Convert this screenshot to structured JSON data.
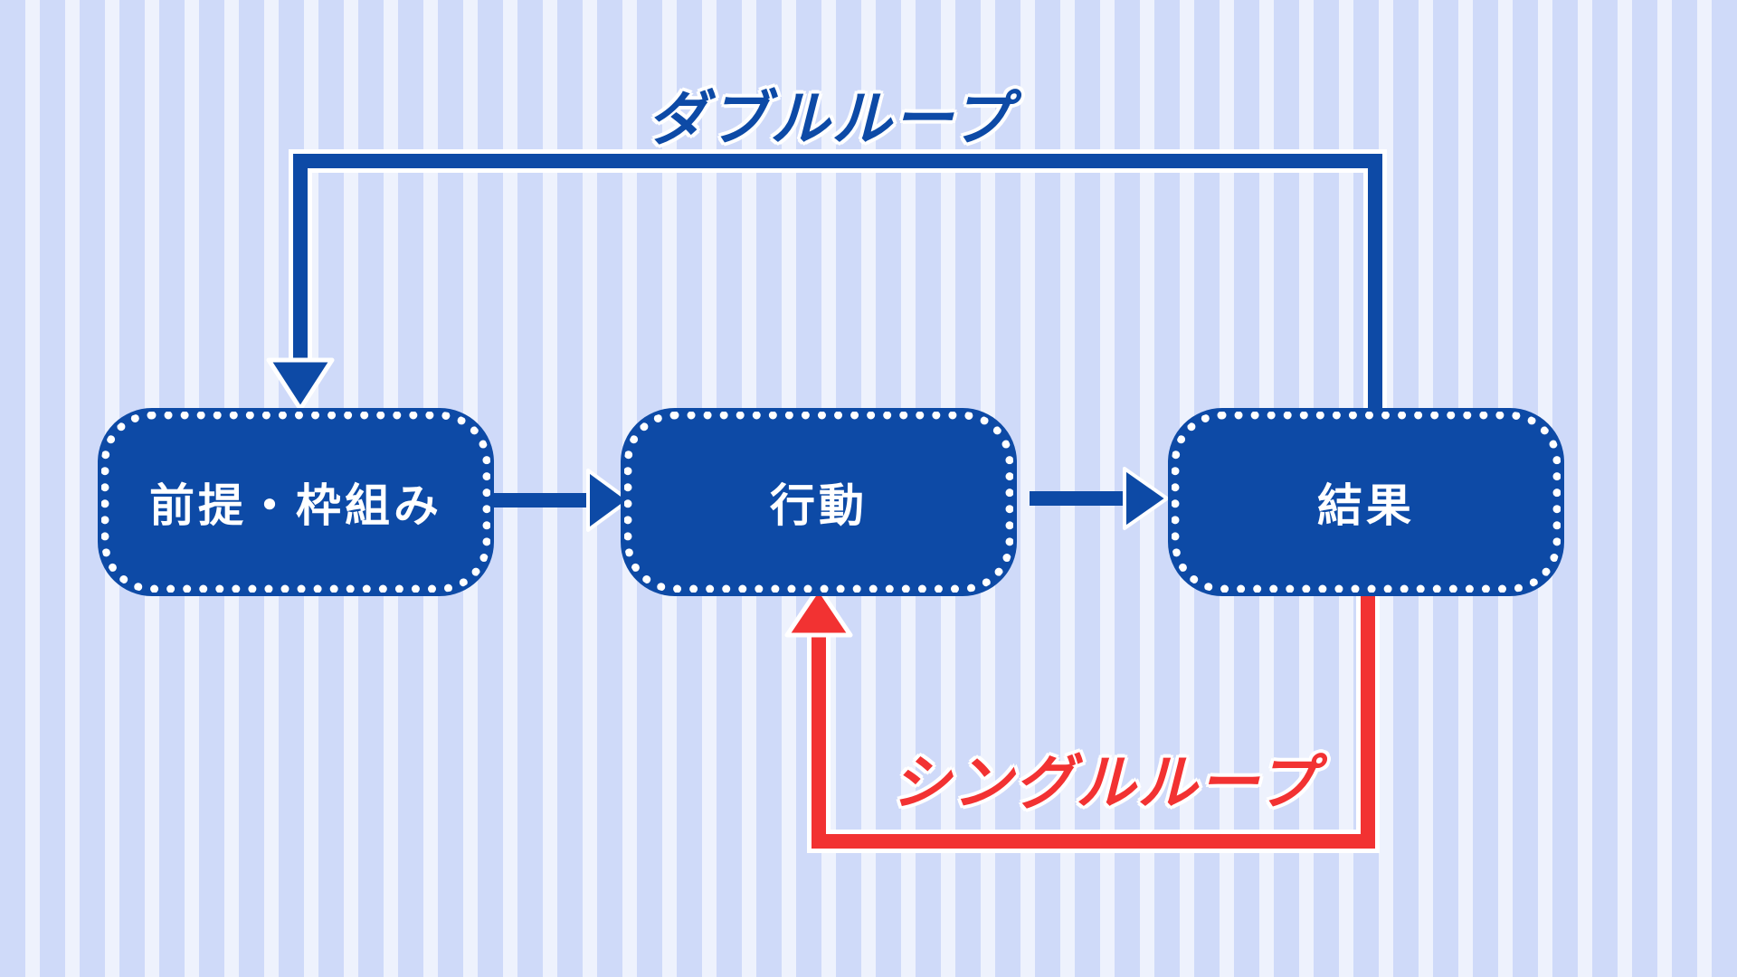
{
  "nodes": {
    "premise": "前提・枠組み",
    "action": "行動",
    "result": "結果"
  },
  "loops": {
    "double": "ダブルループ",
    "single": "シングルループ"
  },
  "colors": {
    "node_fill": "#0d4aa6",
    "double_loop": "#0d4aa6",
    "single_loop": "#f23232",
    "background": "#d6e0fa"
  }
}
